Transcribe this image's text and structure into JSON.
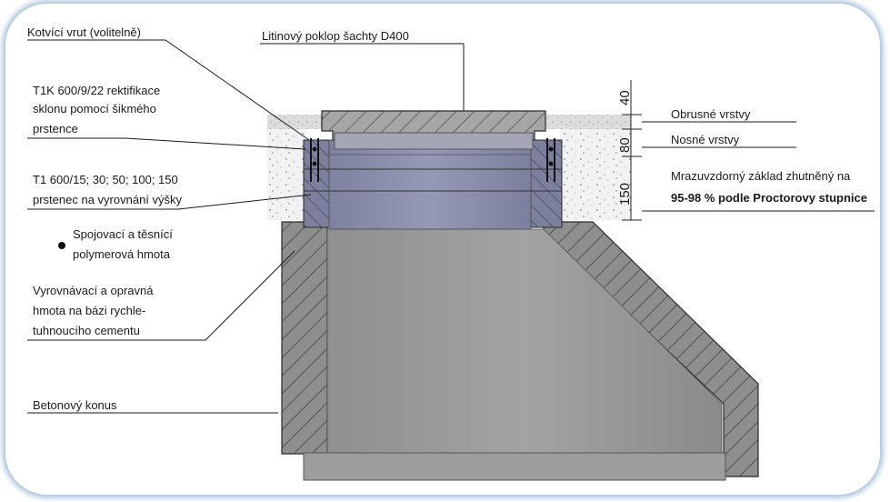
{
  "labels": {
    "anchor_screw": "Kotvící vrut (volitelně)",
    "cover": "Litinový poklop šachty D400",
    "t1k_line1": "T1K 600/9/22 rektifikace",
    "t1k_line2": "sklonu pomocí šikmého",
    "t1k_line3": "prstence",
    "t1_line1": "T1 600/15; 30; 50; 100; 150",
    "t1_line2": "prstenec na vyrovnání výšky",
    "polymer_line1": "Spojovací a těsnící",
    "polymer_line2": "polymerová hmota",
    "repair_line1": "Vyrovnávací a opravná",
    "repair_line2": "hmota na bázi rychle-",
    "repair_line3": "tuhnoucího cementu",
    "cone": "Betonový konus",
    "wear_layers": "Obrusné vrstvy",
    "base_layers": "Nosné vrstvy",
    "frost_line1": "Mrazuvzdorný základ zhutněný na",
    "frost_line2": "95-98 % podle Proctorovy stupnice"
  },
  "dimensions": {
    "d40": "40",
    "d80": "80",
    "d150": "150"
  },
  "colors": {
    "concrete": "#8e8e8e",
    "ring_blue": "#8b90ad",
    "ring_dark": "#70748f",
    "asphalt": "#dedede",
    "gravel": "#f3f3f3",
    "cone_inner": "#9a9a9a"
  }
}
